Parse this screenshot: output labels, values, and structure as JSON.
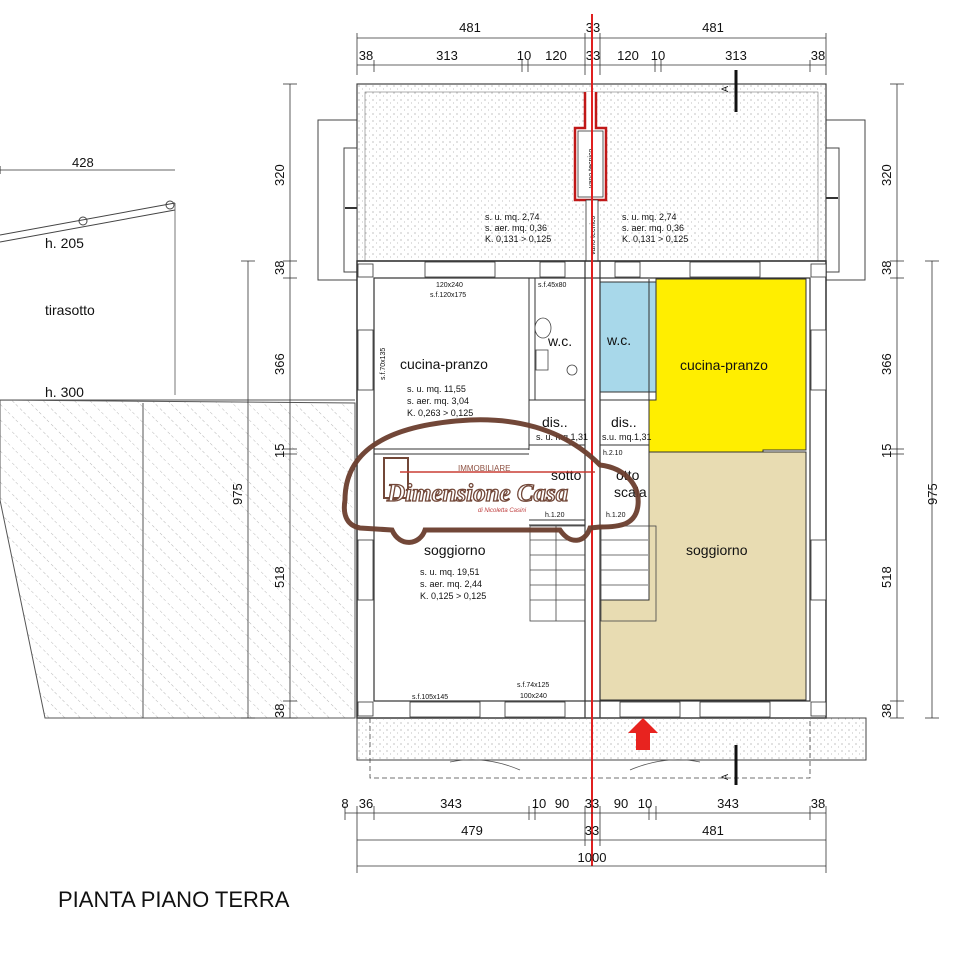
{
  "title": "PIANTA PIANO TERRA",
  "colors": {
    "line": "#333333",
    "section_line": "#e02020",
    "wc": "#a8d8ea",
    "kitchen": "#ffee00",
    "living": "#e8dcb2",
    "arrow": "#e8231f",
    "watermark": "#6b3e2e",
    "watermark_accent": "#c7332a"
  },
  "dims": {
    "top1": {
      "left": "481",
      "mid": "33",
      "right": "481"
    },
    "top2": [
      "38",
      "313",
      "10",
      "120",
      "33",
      "120",
      "10",
      "313",
      "38"
    ],
    "bottom1": [
      "8",
      "36",
      "343",
      "10",
      "90",
      "33",
      "90",
      "10",
      "343",
      "38"
    ],
    "bottom2": {
      "left": "479",
      "mid": "33",
      "right": "481"
    },
    "bottom3": "1000",
    "left": [
      "320",
      "38",
      "366",
      "15",
      "518",
      "38"
    ],
    "left_total": "975",
    "right": [
      "320",
      "38",
      "366",
      "15",
      "518",
      "38"
    ],
    "right_total": "975",
    "tirasotto_width": "428"
  },
  "labels": {
    "h205": "h. 205",
    "h300": "h. 300",
    "tirasotto": "tirasotto",
    "vano_tecnico": "vano tecnico",
    "section_a": "A"
  },
  "rooms": {
    "left_kitchen": {
      "name": "cucina-pranzo",
      "su": "s. u.   mq. 11,55",
      "saer": "s. aer. mq. 3,04",
      "k": "K. 0,263 > 0,125"
    },
    "left_living": {
      "name": "soggiorno",
      "su": "s. u.   mq. 19,51",
      "saer": "s. aer. mq. 2,44",
      "k": "K. 0,125 > 0,125"
    },
    "left_wc": "w.c.",
    "left_dis": {
      "name": "dis..",
      "su": "s. u. mq.1,31"
    },
    "sotto_scala_left": "sotto",
    "right_wc": "w.c.",
    "right_kitchen": "cucina-pranzo",
    "right_dis": {
      "name": "dis..",
      "su": "s.u. mq.1,31"
    },
    "sotto_scala_right": [
      "otto",
      "scala"
    ],
    "right_living": "soggiorno"
  },
  "porch": {
    "left": {
      "su": "s. u.   mq. 2,74",
      "saer": "s. aer. mq. 0,36",
      "k": "K. 0,131 > 0,125"
    },
    "right": {
      "su": "s. u.   mq. 2,74",
      "saer": "s. aer. mq. 0,36",
      "k": "K. 0,131 > 0,125"
    }
  },
  "openings": {
    "top_window": "120x240",
    "top_window_sf": "s.f.120x175",
    "wc_window": "s.f.45x80",
    "side_window": "s.f.70x135",
    "bottom_window_left": "s.f.105x145",
    "door_sf": "s.f.74x125",
    "door": "100x240",
    "stair_h1": "h.1.20",
    "stair_h2": "h.1.20",
    "stair_h3": "h.2.10"
  },
  "watermark": {
    "brand": "Dimensione Casa",
    "top": "IMMOBILIARE",
    "sub": "di Nicoletta Casini"
  }
}
